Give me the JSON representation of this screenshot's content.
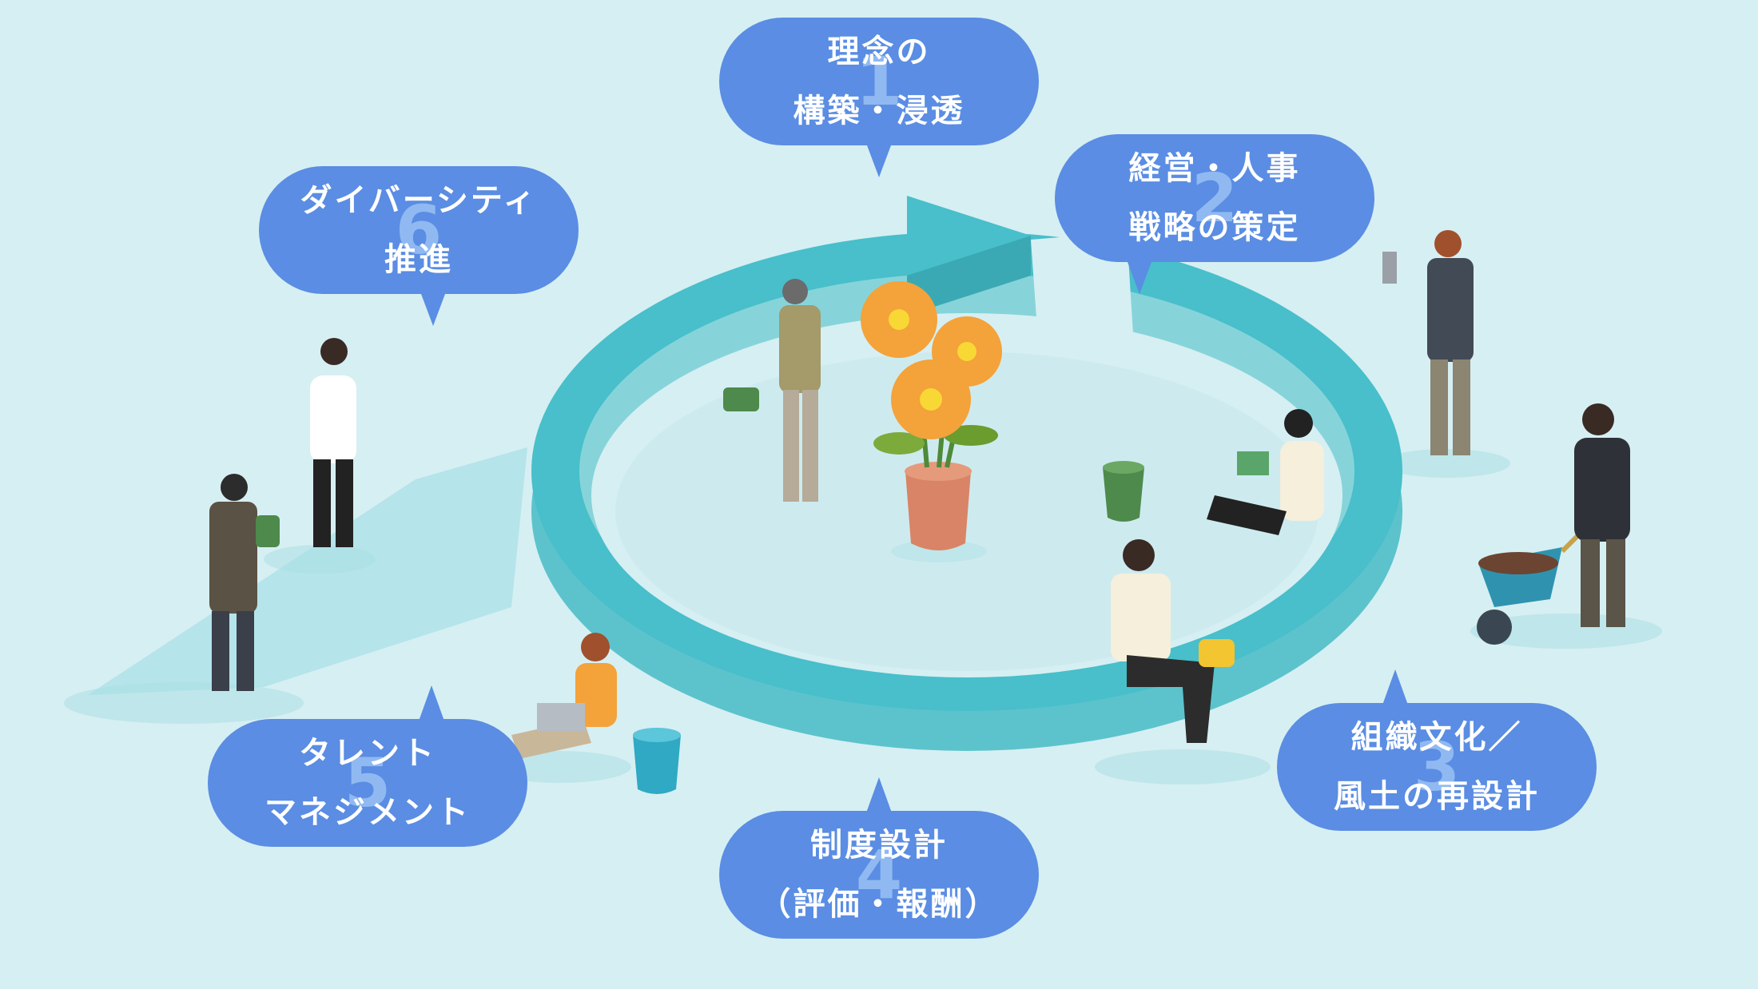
{
  "colors": {
    "background": "#d6eff3",
    "bubble": "#5a8de3",
    "ring": "#48bfca",
    "ring_light": "#8fd9de",
    "flower": "#f4a23a",
    "pot": "#d98466"
  },
  "cycle": {
    "steps": [
      {
        "number": "1",
        "lines": [
          "理念の",
          "構築・浸透"
        ]
      },
      {
        "number": "2",
        "lines": [
          "経営・人事",
          "戦略の策定"
        ]
      },
      {
        "number": "3",
        "lines": [
          "組織文化／",
          "風土の再設計"
        ]
      },
      {
        "number": "4",
        "lines": [
          "制度設計",
          "（評価・報酬）"
        ]
      },
      {
        "number": "5",
        "lines": [
          "タレント",
          "マネジメント"
        ]
      },
      {
        "number": "6",
        "lines": [
          "ダイバーシティ",
          "推進"
        ]
      }
    ]
  }
}
